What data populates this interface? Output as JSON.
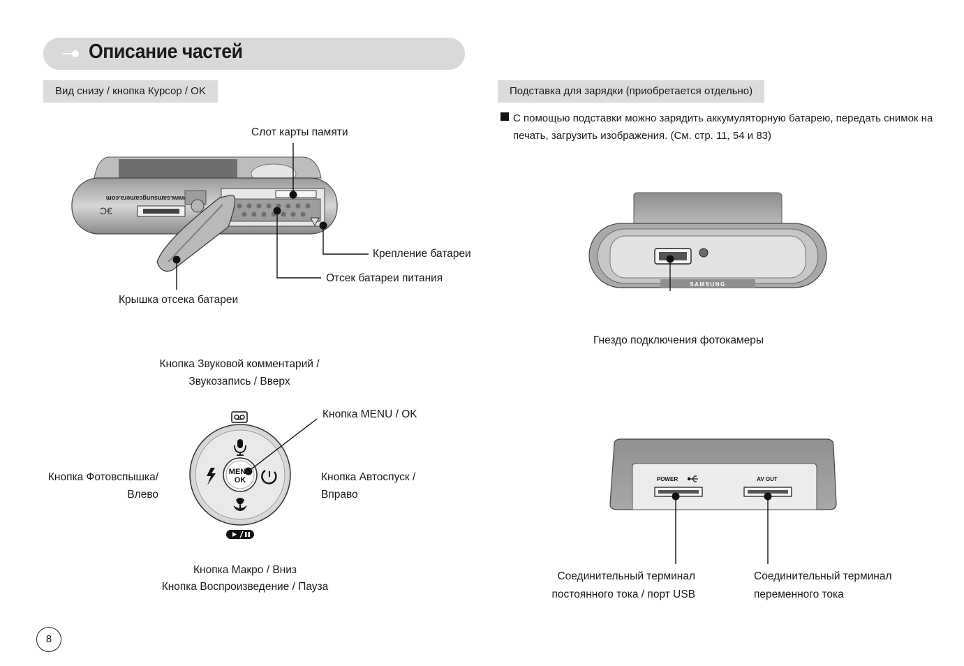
{
  "header": {
    "title": "Описание частей"
  },
  "left": {
    "section_tag": "Вид снизу / кнопка Курсор / OK",
    "bottom_view": {
      "brand_url": "www.samsungcamera.com",
      "labels": {
        "memory_slot": "Слот карты памяти",
        "battery_lock": "Крепление батареи",
        "battery_chamber": "Отсек батареи питания",
        "battery_cover": "Крышка отсека батареи"
      }
    },
    "dpad": {
      "labels": {
        "voice_line1": "Кнопка Звуковой комментарий /",
        "voice_line2": "Звукозапись / Вверх",
        "menu_ok": "Кнопка MENU / OK",
        "flash_line1": "Кнопка Фотовспышка/",
        "flash_line2": "Влево",
        "timer_line1": "Кнопка Автоспуск /",
        "timer_line2": "Вправо",
        "macro_line1": "Кнопка Макро / Вниз",
        "macro_line2": "Кнопка Воспроизведение / Пауза"
      },
      "center_line1": "MENU",
      "center_line2": "OK"
    }
  },
  "right": {
    "section_tag": "Подставка для зарядки (приобретается отдельно)",
    "note_line1": "С помощью подставки можно зарядить аккумуляторную батарею, передать снимок на",
    "note_line2": "печать, загрузить изображения. (См. стр. 11, 54 и 83)",
    "cradle_top": {
      "brand": "SAMSUNG",
      "camera_jack": "Гнездо подключения фотокамеры"
    },
    "cradle_back": {
      "power_port_label": "POWER",
      "av_port_label": "AV OUT",
      "dc_line1": "Соединительный терминал",
      "dc_line2": "постоянного тока / порт USB",
      "ac_line1": "Соединительный терминал",
      "ac_line2": "переменного тока"
    }
  },
  "page_number": "8"
}
